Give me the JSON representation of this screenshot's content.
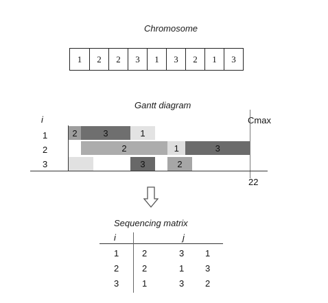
{
  "chromosome": {
    "title": "Chromosome",
    "genes": [
      "1",
      "2",
      "2",
      "3",
      "1",
      "3",
      "2",
      "1",
      "3"
    ]
  },
  "gantt": {
    "title": "Gantt diagram",
    "row_axis_label": "i",
    "rows": [
      "1",
      "2",
      "3"
    ],
    "cmax_label": "Cmax",
    "cmax_value": "22",
    "bars": [
      {
        "row": 0,
        "start": 0.0,
        "end": 1.5,
        "label": "2",
        "color": "#9e9e9e"
      },
      {
        "row": 0,
        "start": 1.5,
        "end": 7.5,
        "label": "3",
        "color": "#6f6f6f"
      },
      {
        "row": 0,
        "start": 7.5,
        "end": 10.5,
        "label": "1",
        "color": "#e3e3e3"
      },
      {
        "row": 1,
        "start": 1.5,
        "end": 12.0,
        "label": "2",
        "color": "#acacac"
      },
      {
        "row": 1,
        "start": 12.0,
        "end": 14.2,
        "label": "1",
        "color": "#dedede"
      },
      {
        "row": 1,
        "start": 14.2,
        "end": 22.0,
        "label": "3",
        "color": "#6b6b6b"
      },
      {
        "row": 2,
        "start": 0.0,
        "end": 3.0,
        "label": "",
        "color": "#e1e1e1"
      },
      {
        "row": 2,
        "start": 7.5,
        "end": 10.5,
        "label": "3",
        "color": "#686868"
      },
      {
        "row": 2,
        "start": 12.0,
        "end": 15.0,
        "label": "2",
        "color": "#a6a6a6"
      }
    ]
  },
  "sequencing": {
    "title": "Sequencing matrix",
    "col_i": "i",
    "col_j": "j",
    "rows": [
      {
        "i": "1",
        "j": [
          "2",
          "3",
          "1"
        ]
      },
      {
        "i": "2",
        "j": [
          "2",
          "1",
          "3"
        ]
      },
      {
        "i": "3",
        "j": [
          "1",
          "3",
          "2"
        ]
      }
    ]
  }
}
